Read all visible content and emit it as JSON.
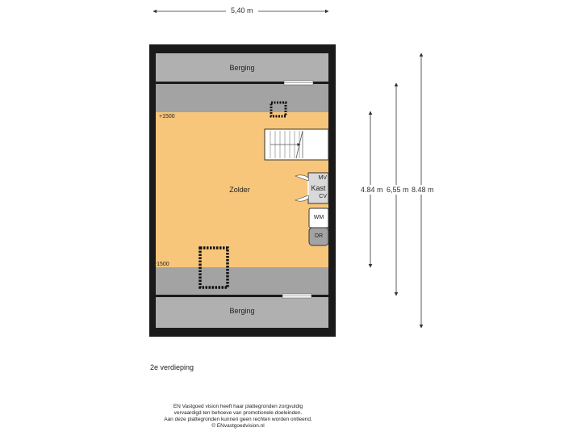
{
  "dimensions": {
    "width_label": "5,40 m",
    "depth_inner": "4.84 m",
    "depth_mid": "6,55 m",
    "depth_outer": "8.48 m"
  },
  "rooms": {
    "storage_top": "Berging",
    "storage_bottom": "Berging",
    "attic": "Zolder",
    "cabinet_mv": "MV",
    "cabinet_kast": "Kast",
    "cabinet_cv": "CV",
    "washer": "WM",
    "dryer": "DR"
  },
  "heights": {
    "top": "+1500",
    "bottom": "+1500"
  },
  "floor_caption": "2e verdieping",
  "disclaimer": [
    "EN Vastgoed vision heeft haar plattegronden zorgvuldig",
    "vervaardigd ten behoeve van promotionele doeleinden.",
    "Aan deze plattegronden kunnen geen rechten worden ontleend.",
    "© ENvastgoedvision.nl"
  ],
  "colors": {
    "wall": "#1a1a1a",
    "attic_fill": "#f8c67a",
    "storage_fill": "#b0b0b0",
    "low_zone_fill": "#a3a3a3",
    "dimension_line": "#333333"
  }
}
